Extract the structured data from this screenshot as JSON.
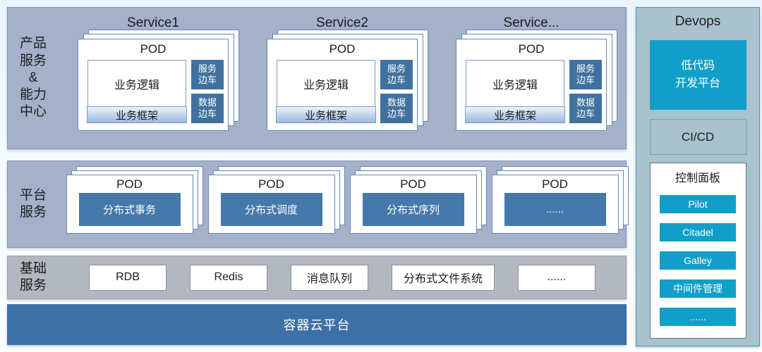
{
  "product_band": {
    "label": "产品\n服务\n&\n能力\n中心",
    "services": [
      {
        "title": "Service1",
        "pod_title": "POD",
        "logic": "业务逻辑",
        "frame": "业务框架",
        "sidecars": [
          "服务\n边车",
          "数据\n边车"
        ]
      },
      {
        "title": "Service2",
        "pod_title": "POD",
        "logic": "业务逻辑",
        "frame": "业务框架",
        "sidecars": [
          "服务\n边车",
          "数据\n边车"
        ]
      },
      {
        "title": "Service...",
        "pod_title": "POD",
        "logic": "业务逻辑",
        "frame": "业务框架",
        "sidecars": [
          "服务\n边车",
          "数据\n边车"
        ]
      }
    ]
  },
  "platform_band": {
    "label": "平台\n服务",
    "pods": [
      {
        "pod_title": "POD",
        "service": "分布式事务"
      },
      {
        "pod_title": "POD",
        "service": "分布式调度"
      },
      {
        "pod_title": "POD",
        "service": "分布式序列"
      },
      {
        "pod_title": "POD",
        "service": "......"
      }
    ]
  },
  "infra_band": {
    "label": "基础\n服务",
    "items": [
      "RDB",
      "Redis",
      "消息队列",
      "分布式文件系统",
      "......"
    ]
  },
  "container_platform": {
    "label": "容器云平台"
  },
  "devops": {
    "title": "Devops",
    "lowcode_label": "低代码\n开发平台",
    "cicd_label": "CI/CD",
    "control_panel": {
      "title": "控制面板",
      "items": [
        "Pilot",
        "Citadel",
        "Galley",
        "中间件管理",
        "......"
      ]
    }
  },
  "colors": {
    "band_background": "#a5b1c9",
    "band_border": "#8094ba",
    "infra_background": "#b3b7bf",
    "card_border": "#6388b8",
    "sidecar_blue": "#41729f",
    "platform_blue": "#4579ab",
    "container_bar_blue": "#3d71a5",
    "cyan_accent": "#119fc9",
    "devops_background": "#a9c2cd",
    "devops_border": "#4897ae",
    "frame_gradient_bottom": "#9db9dc"
  }
}
